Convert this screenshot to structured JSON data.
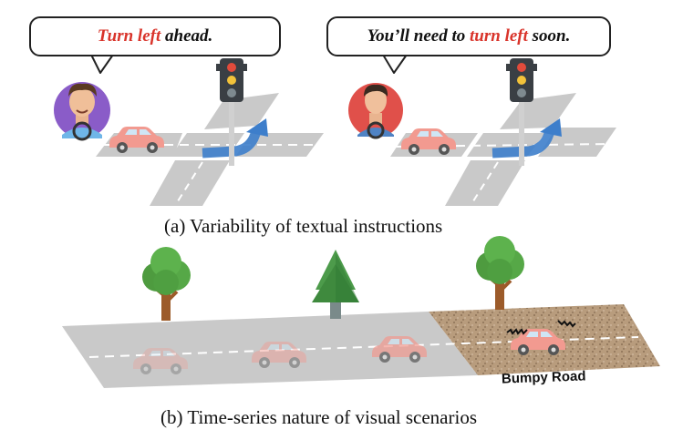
{
  "panel_a": {
    "speaker1": {
      "hl": "Turn left",
      "rest": " ahead."
    },
    "speaker2": {
      "pre": "You’ll need to ",
      "hl": "turn left",
      "post": " soon."
    },
    "caption": "(a) Variability of textual instructions"
  },
  "panel_b": {
    "road_label": "Bumpy Road",
    "caption": "(b) Time-series nature of visual scenarios"
  },
  "colors": {
    "highlight": "#d9342b",
    "road": "#c9c9c9",
    "car": "#f08f87",
    "arrow": "#3d7ecb",
    "dirt": "#b79a7b"
  }
}
